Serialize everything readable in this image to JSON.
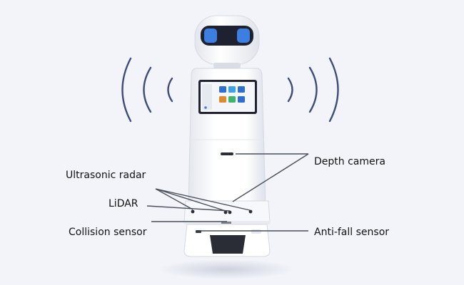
{
  "labels": {
    "ultrasonic_radar": "Ultrasonic radar",
    "lidar": "LiDAR",
    "collision_sensor": "Collision sensor",
    "depth_camera": "Depth camera",
    "anti_fall_sensor": "Anti-fall sensor"
  },
  "colors": {
    "background": "#f2f4f9",
    "robot_body": "#ffffff",
    "robot_shadow": "#dde1ea",
    "signal_arcs": "#3c4d78",
    "eyes": "#3d7fe0",
    "screen_bezel": "#1f2430",
    "leader_lines": "#4a4f5a",
    "base": "#2a2d35"
  },
  "screen_tiles": [
    "#2f6fd1",
    "#3fa0e6",
    "#2f6fd1",
    "#e0892f",
    "#3fb46a",
    "#2f6fd1",
    "#e0892f"
  ]
}
